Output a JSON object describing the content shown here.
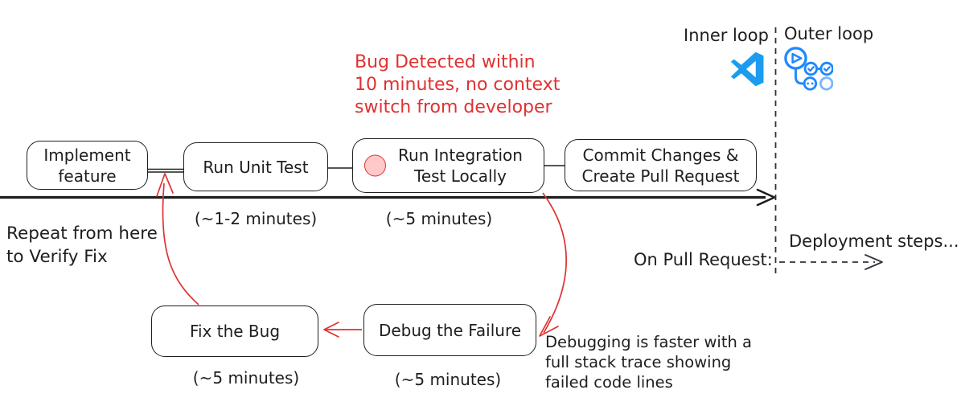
{
  "colors": {
    "ink": "#1e1e1e",
    "red": "#e03131",
    "marker_fill": "#ffc9c9",
    "brand_blue": "#2088ff",
    "brand_blue_light": "#7ab7ff",
    "vscode_blue": "#1b9cf0"
  },
  "loops": {
    "inner_label": "Inner loop",
    "outer_label": "Outer loop"
  },
  "notes": {
    "bug": "Bug Detected within\n10 minutes, no context\nswitch from developer",
    "repeat": "Repeat from here\nto Verify Fix",
    "debugging": "Debugging is faster with a\nfull stack trace showing\nfailed code lines",
    "on_pull_request": "On Pull Request:",
    "deployment": "Deployment steps..."
  },
  "nodes": {
    "implement": {
      "label": "Implement\nfeature"
    },
    "unit_test": {
      "label": "Run Unit Test",
      "duration": "(~1-2 minutes)"
    },
    "integration_test": {
      "label": "Run Integration\nTest Locally",
      "duration": "(~5 minutes)"
    },
    "commit": {
      "label": "Commit Changes &\nCreate Pull Request"
    },
    "fix_bug": {
      "label": "Fix the Bug",
      "duration": "(~5 minutes)"
    },
    "debug_failure": {
      "label": "Debug the Failure",
      "duration": "(~5 minutes)"
    }
  },
  "icons": {
    "vscode": "vscode-icon",
    "github_actions": "github-actions-icon"
  }
}
